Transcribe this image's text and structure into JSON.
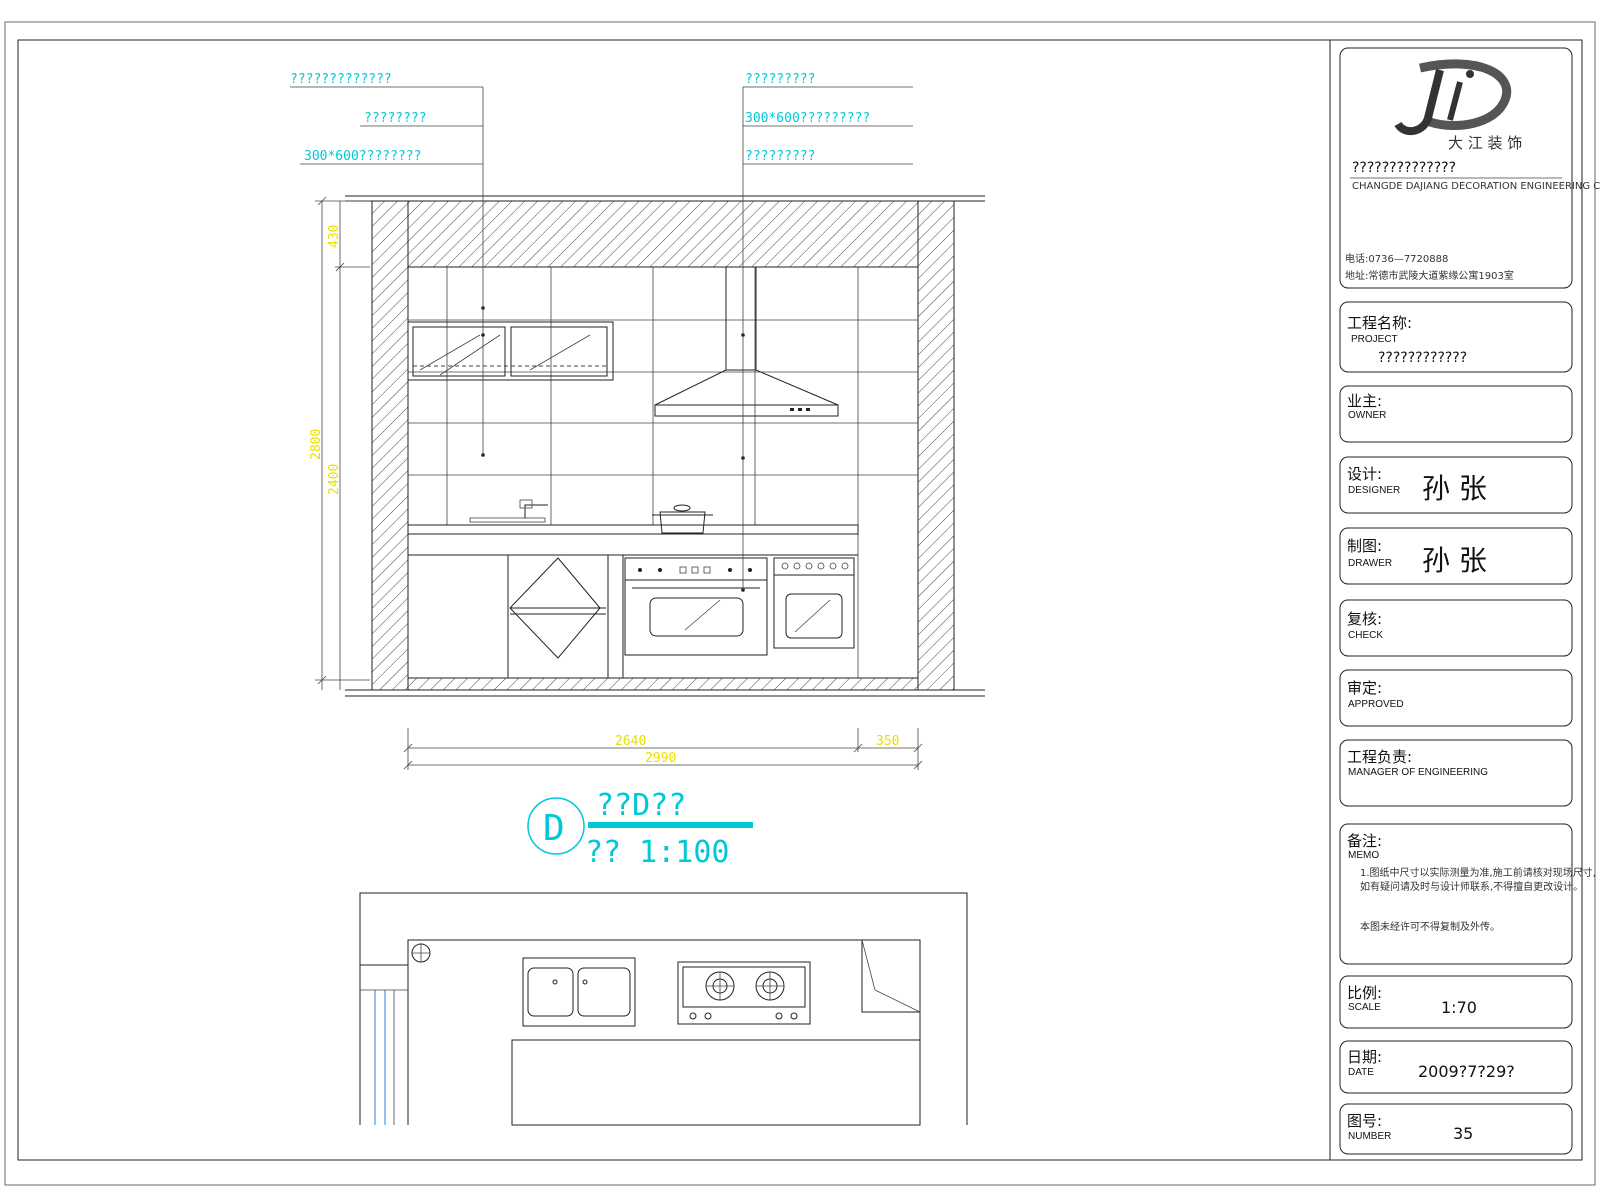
{
  "annotations": {
    "left": [
      "?????????????",
      "????????",
      "300*600????????"
    ],
    "right": [
      "?????????",
      "300*600?????????",
      "?????????"
    ]
  },
  "dimensions": {
    "height_upper": "430",
    "height_total": "2800",
    "height_wall": "2400",
    "width_main": "2640",
    "width_side": "350",
    "width_total": "2990"
  },
  "elevation_tag": {
    "letter": "D",
    "title": "??D??",
    "scale": "?? 1:100"
  },
  "title_block": {
    "company_name": "??????????????",
    "company_en": "CHANGDE DAJIANG DECORATION ENGINEERING CO.",
    "phone": "电话:0736—7720888",
    "address": "地址:常德市武陵大道紫缘公寓1903室",
    "project": {
      "cn": "工程名称:",
      "en": "PROJECT",
      "value": "????????????"
    },
    "owner": {
      "cn": "业主:",
      "en": "OWNER",
      "value": ""
    },
    "designer": {
      "cn": "设计:",
      "en": "DESIGNER",
      "value": "孙  张"
    },
    "drawer": {
      "cn": "制图:",
      "en": "DRAWER",
      "value": "孙  张"
    },
    "check": {
      "cn": "复核:",
      "en": "CHECK",
      "value": ""
    },
    "approved": {
      "cn": "审定:",
      "en": "APPROVED",
      "value": ""
    },
    "manager": {
      "cn": "工程负责:",
      "en": "MANAGER OF ENGINEERING",
      "value": ""
    },
    "memo": {
      "cn": "备注:",
      "en": "MEMO",
      "line1": "1.图纸中尺寸以实际测量为准,施工前请核对现场尺寸,",
      "line2": "如有疑问请及时与设计师联系,不得擅自更改设计。",
      "line3": "本图未经许可不得复制及外传。"
    },
    "scale": {
      "cn": "比例:",
      "en": "SCALE",
      "value": "1:70"
    },
    "date": {
      "cn": "日期:",
      "en": "DATE",
      "value": "2009?7?29?"
    },
    "number": {
      "cn": "图号:",
      "en": "NUMBER",
      "value": "35"
    }
  }
}
